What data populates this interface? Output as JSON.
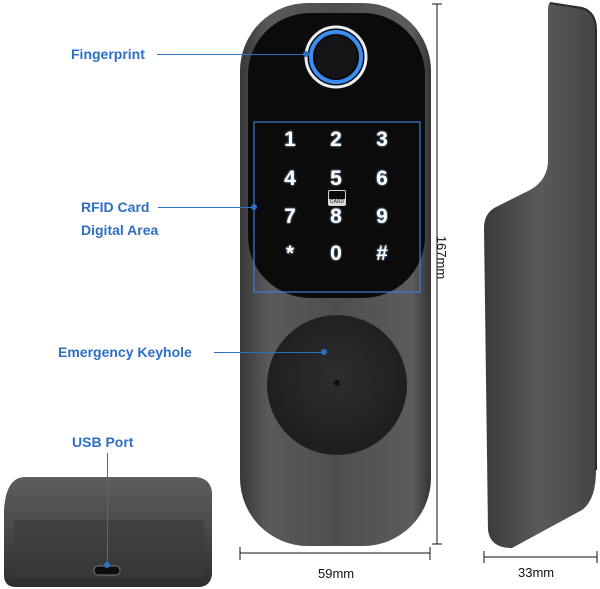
{
  "labels": {
    "fingerprint": "Fingerprint",
    "rfid_card": "RFID Card",
    "digital_area": "Digital Area",
    "emergency_keyhole": "Emergency Keyhole",
    "usb_port": "USB Port"
  },
  "keypad": {
    "keys": [
      "1",
      "2",
      "3",
      "4",
      "5",
      "6",
      "7",
      "8",
      "9",
      "*",
      "0",
      "#"
    ],
    "card_text": "CARD"
  },
  "dimensions": {
    "height": "167mm",
    "width": "59mm",
    "depth": "33mm"
  },
  "colors": {
    "callout": "#2d6fc4",
    "body": "#4a4a4c",
    "panel": "#0b0b0c",
    "ring": "#3a8df5"
  }
}
